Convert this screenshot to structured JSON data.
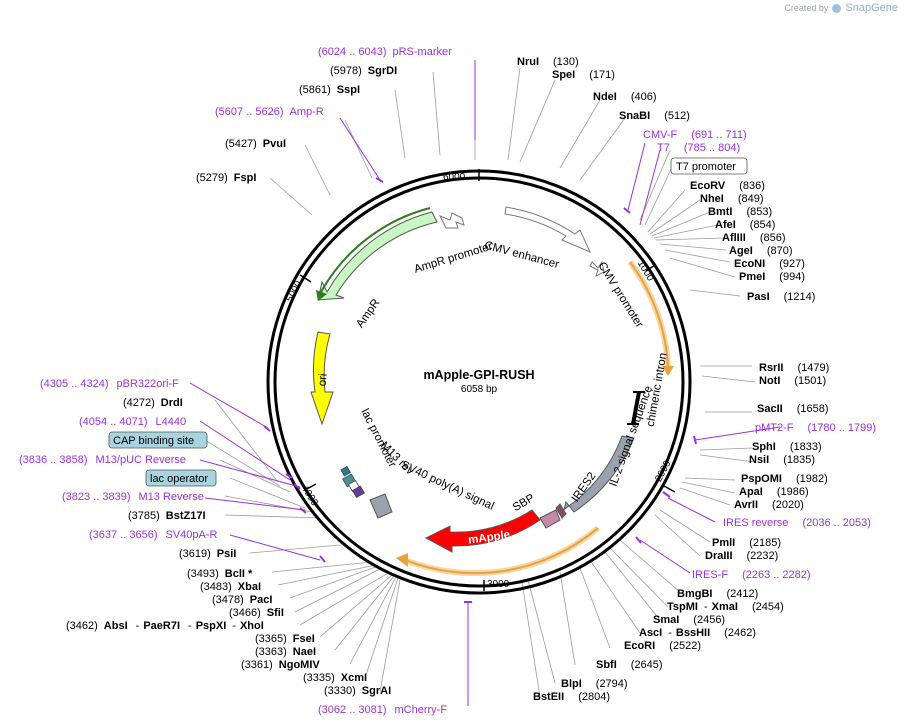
{
  "watermark": {
    "created_by": "Created by",
    "brand": "SnapGene"
  },
  "plasmid": {
    "name": "mApple-GPI-RUSH",
    "length_label": "6058 bp",
    "length": 6058
  },
  "ticks": [
    "1000",
    "2000",
    "3000",
    "4000",
    "5000",
    "6000"
  ],
  "features": [
    {
      "id": "cmv-enhancer",
      "label": "CMV enhancer",
      "color": "#ffffff"
    },
    {
      "id": "cmv-promoter",
      "label": "CMV promoter",
      "color": "#ffffff"
    },
    {
      "id": "chimeric-intron",
      "label": "chimeric intron",
      "color": "#000000"
    },
    {
      "id": "il2-signal",
      "label": "IL-2 signal sequence",
      "color": "#9aa2ad"
    },
    {
      "id": "ires2",
      "label": "IRES2",
      "color": "#9aa2ad"
    },
    {
      "id": "sbp",
      "label": "SBP",
      "color": "#c48aa7"
    },
    {
      "id": "mapple",
      "label": "mApple",
      "color": "#ff0000"
    },
    {
      "id": "sv40-polya",
      "label": "SV40 poly(A) signal",
      "color": "#9aa2ad"
    },
    {
      "id": "m13-rev",
      "label": "M13 rev",
      "color": "#9aa2ad"
    },
    {
      "id": "lac-promoter",
      "label": "lac promoter",
      "color": "#9aa2ad"
    },
    {
      "id": "ori",
      "label": "ori",
      "color": "#ffff00"
    },
    {
      "id": "ampr",
      "label": "AmpR",
      "color": "#c9f7c3"
    },
    {
      "id": "ampr-promoter",
      "label": "AmpR promoter",
      "color": "#ffffff"
    }
  ],
  "labels": {
    "pRSmarker": {
      "pos": "(6024 .. 6043)",
      "name": "pRS-marker"
    },
    "NruI": {
      "name": "NruI",
      "pos": "(130)"
    },
    "SpeI": {
      "name": "SpeI",
      "pos": "(171)"
    },
    "NdeI": {
      "name": "NdeI",
      "pos": "(406)"
    },
    "SnaBI": {
      "name": "SnaBI",
      "pos": "(512)"
    },
    "CMVF": {
      "name": "CMV-F",
      "pos": "(691 .. 711)"
    },
    "T7": {
      "name": "T7",
      "pos": "(785 .. 804)"
    },
    "T7promoter": {
      "name": "T7 promoter"
    },
    "EcoRV": {
      "name": "EcoRV",
      "pos": "(836)"
    },
    "NheI": {
      "name": "NheI",
      "pos": "(849)"
    },
    "BmtI": {
      "name": "BmtI",
      "pos": "(853)"
    },
    "AfeI": {
      "name": "AfeI",
      "pos": "(854)"
    },
    "AflIII": {
      "name": "AflIII",
      "pos": "(856)"
    },
    "AgeI": {
      "name": "AgeI",
      "pos": "(870)"
    },
    "EcoNI": {
      "name": "EcoNI",
      "pos": "(927)"
    },
    "PmeI": {
      "name": "PmeI",
      "pos": "(994)"
    },
    "PasI": {
      "name": "PasI",
      "pos": "(1214)"
    },
    "RsrII": {
      "name": "RsrII",
      "pos": "(1479)"
    },
    "NotI": {
      "name": "NotI",
      "pos": "(1501)"
    },
    "SacII": {
      "name": "SacII",
      "pos": "(1658)"
    },
    "pMT2F": {
      "name": "pMT2-F",
      "pos": "(1780 .. 1799)"
    },
    "SphI": {
      "name": "SphI",
      "pos": "(1833)"
    },
    "NsiI": {
      "name": "NsiI",
      "pos": "(1835)"
    },
    "PspOMI": {
      "name": "PspOMI",
      "pos": "(1982)"
    },
    "ApaI": {
      "name": "ApaI",
      "pos": "(1986)"
    },
    "AvrII": {
      "name": "AvrII",
      "pos": "(2020)"
    },
    "IRESrev": {
      "name": "IRES reverse",
      "pos": "(2036 .. 2053)"
    },
    "PmlI": {
      "name": "PmlI",
      "pos": "(2185)"
    },
    "DraIII": {
      "name": "DraIII",
      "pos": "(2232)"
    },
    "IRESF": {
      "name": "IRES-F",
      "pos": "(2263 .. 2282)"
    },
    "BmgBI": {
      "name": "BmgBI",
      "pos": "(2412)"
    },
    "TspMI": {
      "name": "TspMI",
      "sep": "-",
      "name2": "XmaI",
      "pos": "(2454)"
    },
    "SmaI": {
      "name": "SmaI",
      "pos": "(2456)"
    },
    "AscI": {
      "name": "AscI",
      "sep": "-",
      "name2": "BssHII",
      "pos": "(2462)"
    },
    "EcoRI": {
      "name": "EcoRI",
      "pos": "(2522)"
    },
    "SbfI": {
      "name": "SbfI",
      "pos": "(2645)"
    },
    "BlpI": {
      "name": "BlpI",
      "pos": "(2794)"
    },
    "BstEII": {
      "name": "BstEII",
      "pos": "(2804)"
    },
    "mCherryF": {
      "pos": "(3062 .. 3081)",
      "name": "mCherry-F"
    },
    "SgrAI": {
      "pos": "(3330)",
      "name": "SgrAI"
    },
    "XcmI": {
      "pos": "(3335)",
      "name": "XcmI"
    },
    "NgoMIV": {
      "pos": "(3361)",
      "name": "NgoMIV"
    },
    "NaeI": {
      "pos": "(3363)",
      "name": "NaeI"
    },
    "FseI": {
      "pos": "(3365)",
      "name": "FseI"
    },
    "AbsI": {
      "pos": "(3462)",
      "name": "AbsI",
      "sep1": "-",
      "name2": "PaeR7I",
      "sep2": "-",
      "name3": "PspXI",
      "sep3": "-",
      "name4": "XhoI"
    },
    "SfiI": {
      "pos": "(3466)",
      "name": "SfiI"
    },
    "PacI": {
      "pos": "(3478)",
      "name": "PacI"
    },
    "XbaI": {
      "pos": "(3483)",
      "name": "XbaI"
    },
    "BclI": {
      "pos": "(3493)",
      "name": "BclI *"
    },
    "PsiI": {
      "pos": "(3619)",
      "name": "PsiI"
    },
    "SV40pAR": {
      "pos": "(3637 .. 3656)",
      "name": "SV40pA-R"
    },
    "BstZ17I": {
      "pos": "(3785)",
      "name": "BstZ17I"
    },
    "M13Reverse": {
      "pos": "(3823 .. 3839)",
      "name": "M13 Reverse"
    },
    "lacOperator": {
      "name": "lac operator"
    },
    "M13pUCRev": {
      "pos": "(3836 .. 3858)",
      "name": "M13/pUC Reverse"
    },
    "CAPsite": {
      "name": "CAP binding site"
    },
    "L4440": {
      "pos": "(4054 .. 4071)",
      "name": "L4440"
    },
    "DrdI": {
      "pos": "(4272)",
      "name": "DrdI"
    },
    "pBR322ori": {
      "pos": "(4305 .. 4324)",
      "name": "pBR322ori-F"
    },
    "FspI": {
      "pos": "(5279)",
      "name": "FspI"
    },
    "PvuI": {
      "pos": "(5427)",
      "name": "PvuI"
    },
    "AmpR": {
      "pos": "(5607 .. 5626)",
      "name": "Amp-R"
    },
    "SspI": {
      "pos": "(5861)",
      "name": "SspI"
    },
    "SgrDI": {
      "pos": "(5978)",
      "name": "SgrDI"
    }
  },
  "colors": {
    "enzyme": "#000000",
    "primer": "#9b30d9",
    "ring": "#000000",
    "leader": "#9a9a9a",
    "orf_arc": "#e8a33d",
    "box_fill": "#a9d3df"
  }
}
